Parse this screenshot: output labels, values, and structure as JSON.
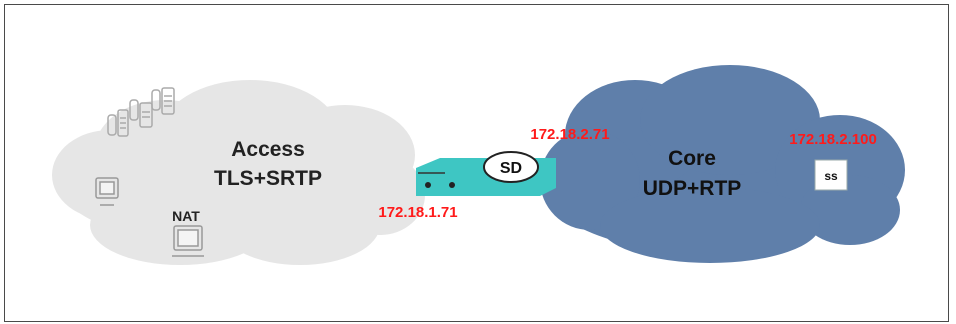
{
  "diagram": {
    "access": {
      "title": "Access",
      "protocol": "TLS+SRTP",
      "nat_label": "NAT",
      "cloud_color": "#e6e6e6"
    },
    "core": {
      "title": "Core",
      "protocol": "UDP+RTP",
      "cloud_color": "#5f7faa"
    },
    "sd": {
      "label": "SD",
      "device_color": "#3ec6c3"
    },
    "server": {
      "label": "ss"
    },
    "ip_addresses": {
      "sd_access": "172.18.1.71",
      "sd_core": "172.18.2.71",
      "server": "172.18.2.100",
      "color": "#ff1a1a"
    },
    "icons": [
      "phone-icon",
      "pc-icon",
      "laptop-icon"
    ]
  }
}
